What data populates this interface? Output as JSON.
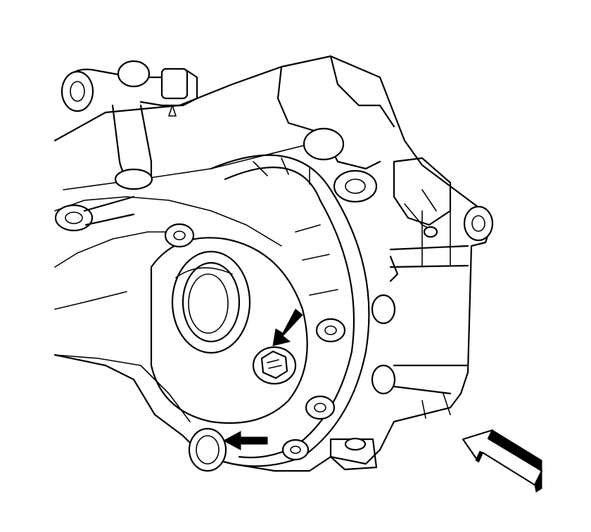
{
  "figure": {
    "subject": "transaxle-case-side-view",
    "colors": {
      "line": "#000000",
      "background": "#ffffff"
    },
    "callouts": [
      {
        "name": "upper-plug-arrow",
        "kind": "solid-arrow",
        "points_to": "upper-hex-plug"
      },
      {
        "name": "lower-plug-arrow",
        "kind": "solid-arrow",
        "points_to": "lower-drain-plug"
      },
      {
        "name": "view-direction-arrow",
        "kind": "outlined-3d-arrow"
      }
    ]
  }
}
